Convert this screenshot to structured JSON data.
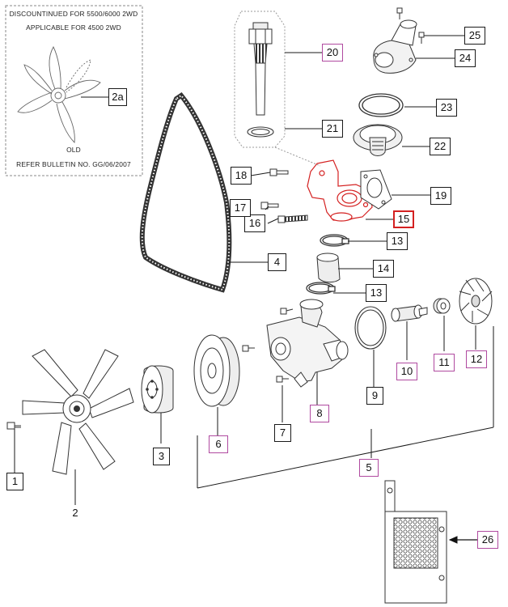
{
  "note": {
    "line1": "DISCOUNTINUED FOR 5500/6000 2WD",
    "line2": "APPLICABLE FOR 4500 2WD",
    "line3": "OLD",
    "line4": "REFER BULLETIN NO. GG/06/2007"
  },
  "callouts": {
    "c1": "1",
    "c2": "2",
    "c2a": "2a",
    "c3": "3",
    "c4": "4",
    "c5": "5",
    "c6": "6",
    "c7": "7",
    "c8": "8",
    "c9": "9",
    "c10": "10",
    "c11": "11",
    "c12": "12",
    "c13a": "13",
    "c13b": "13",
    "c14": "14",
    "c15": "15",
    "c16": "16",
    "c17": "17",
    "c18": "18",
    "c19": "19",
    "c20": "20",
    "c21": "21",
    "c22": "22",
    "c23": "23",
    "c24": "24",
    "c25": "25",
    "c26": "26"
  },
  "colors": {
    "line": "#1a1a1a",
    "highlight": "#d42020",
    "linked_box": "#b04aa0"
  }
}
